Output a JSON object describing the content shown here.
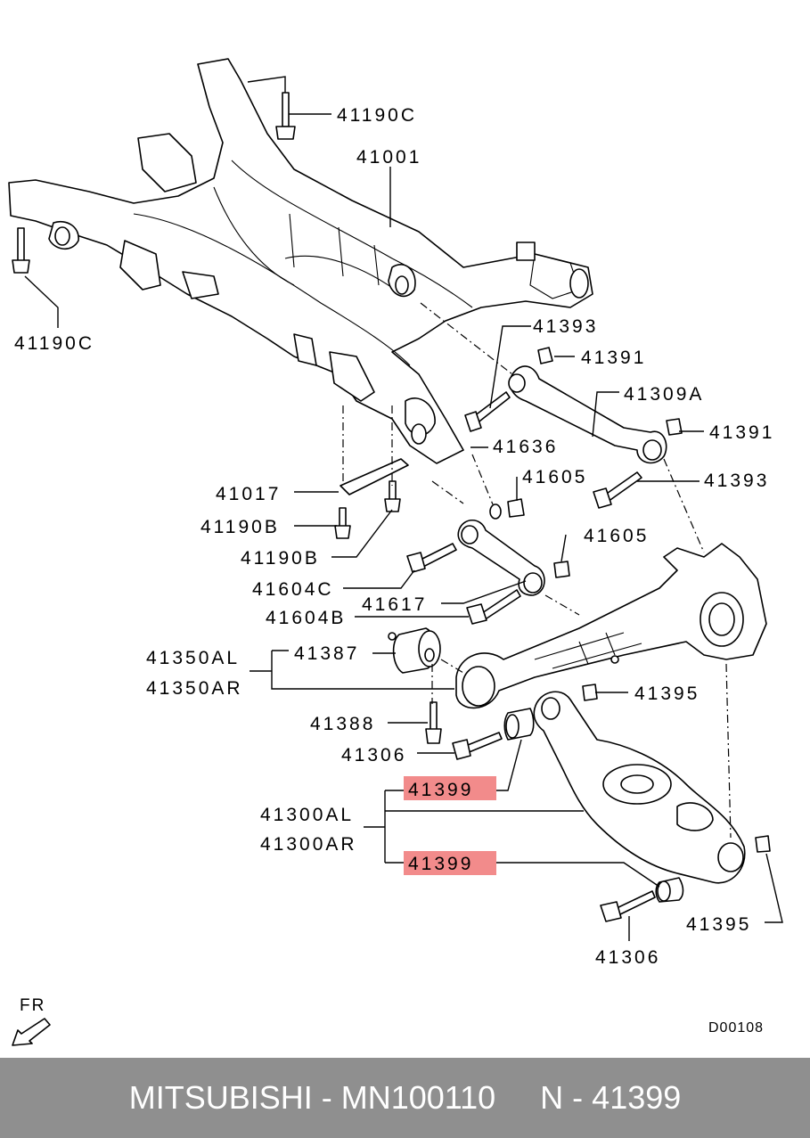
{
  "labels": {
    "l41190C_top": "41190C",
    "l41001": "41001",
    "l41190C_left": "41190C",
    "l41393_a": "41393",
    "l41391_a": "41391",
    "l41309A": "41309A",
    "l41391_b": "41391",
    "l41636": "41636",
    "l41393_b": "41393",
    "l41605_a": "41605",
    "l41017": "41017",
    "l41190B_a": "41190B",
    "l41190B_b": "41190B",
    "l41605_b": "41605",
    "l41604C": "41604C",
    "l41617": "41617",
    "l41604B": "41604B",
    "l41350AL": "41350AL",
    "l41350AR": "41350AR",
    "l41387": "41387",
    "l41395_a": "41395",
    "l41388": "41388",
    "l41306_a": "41306",
    "l41399_a": "41399",
    "l41300AL": "41300AL",
    "l41300AR": "41300AR",
    "l41399_b": "41399",
    "l41395_b": "41395",
    "l41306_b": "41306",
    "fr": "FR",
    "code": "D00108"
  },
  "colors": {
    "highlight": "#f28b8b",
    "footer_bg": "#8f8f8f",
    "footer_text": "#ffffff"
  },
  "footer": {
    "text": "MITSUBISHI - MN100110     N - 41399"
  }
}
